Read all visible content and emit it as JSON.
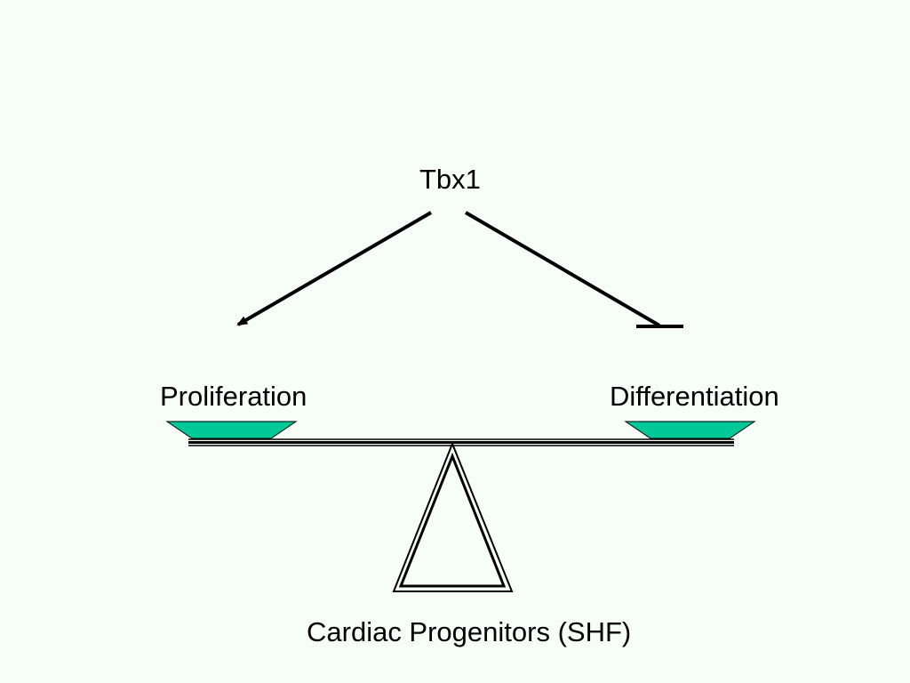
{
  "diagram": {
    "regulator": "Tbx1",
    "left_outcome": "Proliferation",
    "right_outcome": "Differentiation",
    "base_label": "Cardiac Progenitors (SHF)"
  },
  "colors": {
    "background": "#f7fdf7",
    "pan_fill": "#00c896",
    "stroke": "#000000"
  },
  "edges": [
    {
      "from": "Tbx1",
      "to": "Proliferation",
      "type": "activation-arrow"
    },
    {
      "from": "Tbx1",
      "to": "Differentiation",
      "type": "inhibition-bar"
    }
  ]
}
